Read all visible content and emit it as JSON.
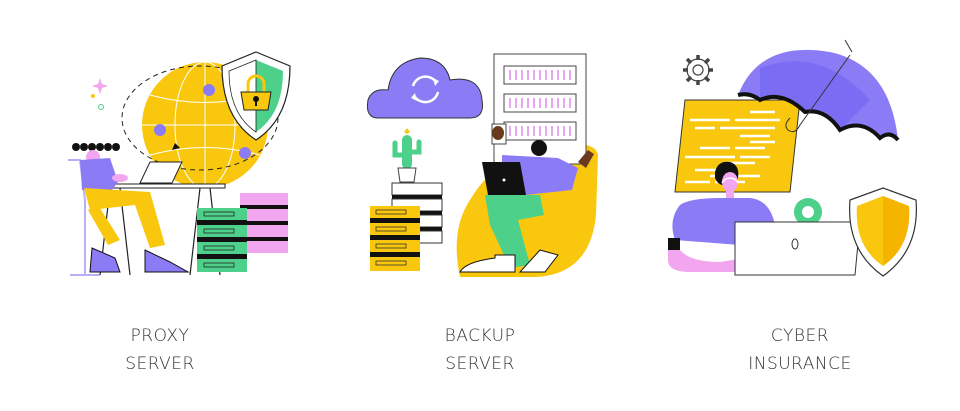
{
  "panels": [
    {
      "id": "proxy-server",
      "caption_lines": [
        "PROXY",
        "SERVER"
      ],
      "icons": [
        "globe-icon",
        "shield-lock-icon",
        "person-at-laptop",
        "server-stack-green",
        "server-stack-pink",
        "sparkle-icon"
      ]
    },
    {
      "id": "backup-server",
      "caption_lines": [
        "BACKUP",
        "SERVER"
      ],
      "icons": [
        "cloud-sync-icon",
        "server-rack-panel",
        "cactus-plant",
        "server-stack-yellow",
        "server-stack-white",
        "person-with-laptop"
      ]
    },
    {
      "id": "cyber-insurance",
      "caption_lines": [
        "CYBER",
        "INSURANCE"
      ],
      "icons": [
        "gear-icon",
        "umbrella-icon",
        "code-window",
        "person-at-laptop",
        "shield-icon",
        "gear-green-icon"
      ]
    }
  ],
  "colors": {
    "yellow": "#f9c80e",
    "purple": "#8b7cf6",
    "green": "#4cd08a",
    "pink": "#f3a6f0",
    "black": "#111111",
    "text": "#333333"
  }
}
